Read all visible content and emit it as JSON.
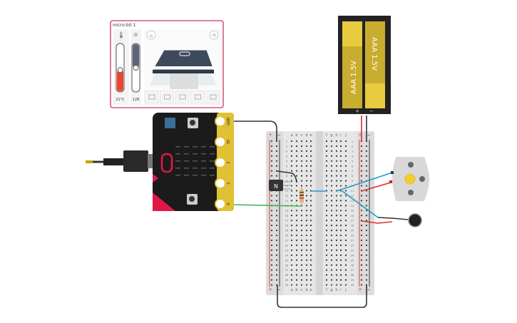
{
  "panel": {
    "title": "micro:bit 1",
    "temperature": "21°C",
    "temperature_level": 0.45,
    "light": "128",
    "light_level": 0.5,
    "icons": [
      "thermometer-icon",
      "sun-icon",
      "home-icon",
      "rotate-icon",
      "gesture-shake-icon",
      "gesture-tilt-icon",
      "gesture-face-up-icon",
      "gesture-face-down-icon",
      "gesture-freefall-icon"
    ]
  },
  "microbit": {
    "pins": [
      "GND",
      "3V",
      "2",
      "1",
      "0"
    ]
  },
  "battery": {
    "cell1": "AAA 1.5V",
    "cell2": "AAA 1.5V",
    "plus": "+",
    "minus": "−"
  },
  "breadboard": {
    "cols_left": [
      "a",
      "b",
      "c",
      "d",
      "e"
    ],
    "cols_right": [
      "f",
      "g",
      "h",
      "i",
      "j"
    ],
    "rows": 30,
    "rail_plus": "+",
    "rail_minus": "−"
  },
  "transistor": {
    "label": "N"
  },
  "colors": {
    "wire_black": "#333333",
    "wire_red": "#e02b2b",
    "wire_blue": "#1e9ad6",
    "wire_green": "#3fb950",
    "microbit_body": "#1b1b1b",
    "microbit_accent": "#e0184a",
    "battery_yellow": "#e3c53a",
    "panel_border": "#d1335b"
  }
}
